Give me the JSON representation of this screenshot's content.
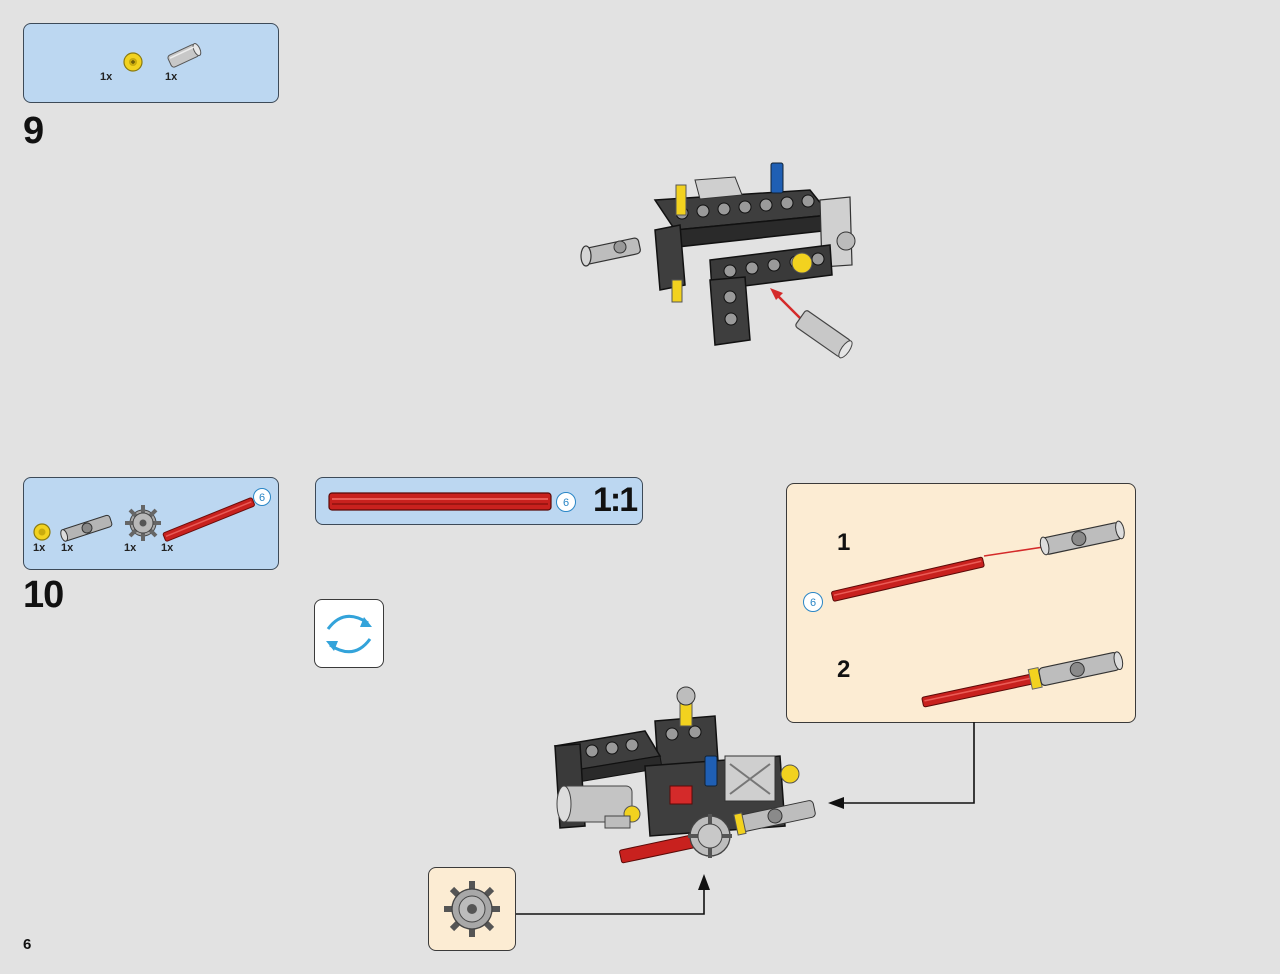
{
  "page": {
    "number": "6"
  },
  "step9": {
    "number": "9",
    "parts": [
      {
        "name": "yellow-bush",
        "qty": "1x"
      },
      {
        "name": "axle-connector",
        "qty": "1x"
      }
    ]
  },
  "step10": {
    "number": "10",
    "parts": [
      {
        "name": "yellow-bush",
        "qty": "1x"
      },
      {
        "name": "universal-joint",
        "qty": "1x"
      },
      {
        "name": "gear-16-tooth",
        "qty": "1x"
      },
      {
        "name": "red-axle",
        "qty": "1x",
        "length": "6"
      }
    ],
    "ruler": {
      "length": "6",
      "scale": "1:1"
    },
    "callout": {
      "substeps": [
        {
          "number": "1",
          "axle_length": "6"
        },
        {
          "number": "2"
        }
      ]
    }
  },
  "icons": {
    "rotate": "rotate-model-icon",
    "gear": "gear-icon"
  },
  "colors": {
    "parts_box": "#bcd7f1",
    "callout": "#fcecd3",
    "axle_red": "#c8211e",
    "bush_yellow": "#f2d21f",
    "arrow_red": "#d42a2a",
    "rotate_blue": "#33a3da"
  }
}
